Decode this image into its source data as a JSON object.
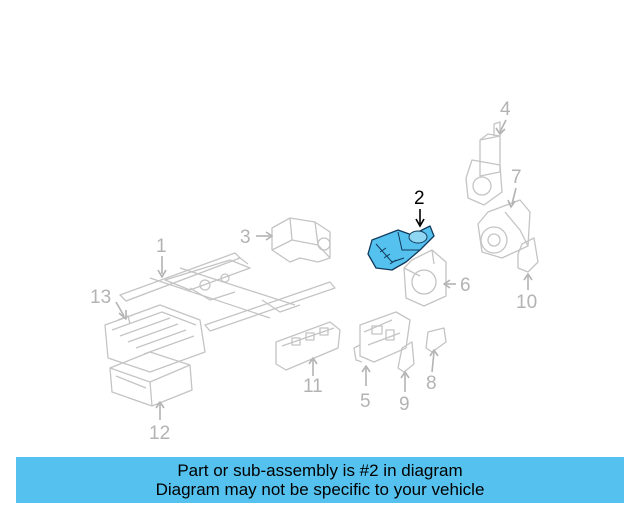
{
  "callouts": {
    "c1": "1",
    "c2": "2",
    "c3": "3",
    "c4": "4",
    "c5": "5",
    "c6": "6",
    "c7": "7",
    "c8": "8",
    "c9": "9",
    "c10": "10",
    "c11": "11",
    "c12": "12",
    "c13": "13"
  },
  "highlighted_part": "2",
  "colors": {
    "highlight": "#55c1ee",
    "line_art": "#c4c4c4",
    "banner_bg": "#55c1ee"
  },
  "banner": {
    "line1": "Part or sub-assembly is #2 in diagram",
    "line2": "Diagram may not be specific to your vehicle"
  }
}
